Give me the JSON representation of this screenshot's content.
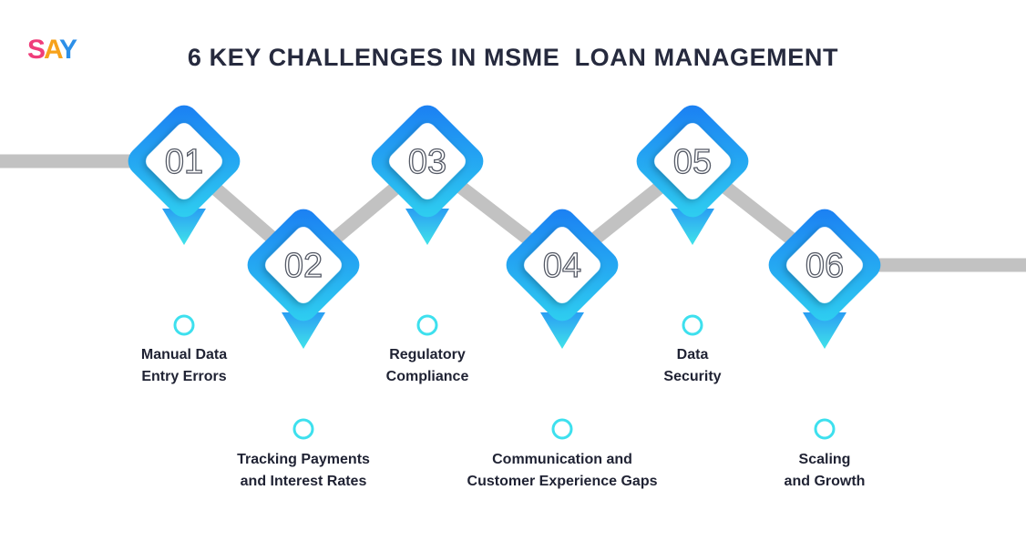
{
  "logo": {
    "s": "S",
    "a": "A",
    "y": "Y"
  },
  "title": "6 KEY CHALLENGES IN MSME  LOAN MANAGEMENT",
  "colors": {
    "accent_dark": "#1e88f5",
    "accent_light": "#3de0ee",
    "line": "#c2c2c2",
    "text": "#262a3e"
  },
  "steps": [
    {
      "number": "01",
      "label_lines": [
        "Manual Data",
        "Entry Errors"
      ]
    },
    {
      "number": "02",
      "label_lines": [
        "Tracking Payments",
        "and Interest Rates"
      ]
    },
    {
      "number": "03",
      "label_lines": [
        "Regulatory",
        "Compliance"
      ]
    },
    {
      "number": "04",
      "label_lines": [
        "Communication and",
        "Customer Experience Gaps"
      ]
    },
    {
      "number": "05",
      "label_lines": [
        "Data",
        "Security"
      ]
    },
    {
      "number": "06",
      "label_lines": [
        "Scaling",
        "and Growth"
      ]
    }
  ]
}
